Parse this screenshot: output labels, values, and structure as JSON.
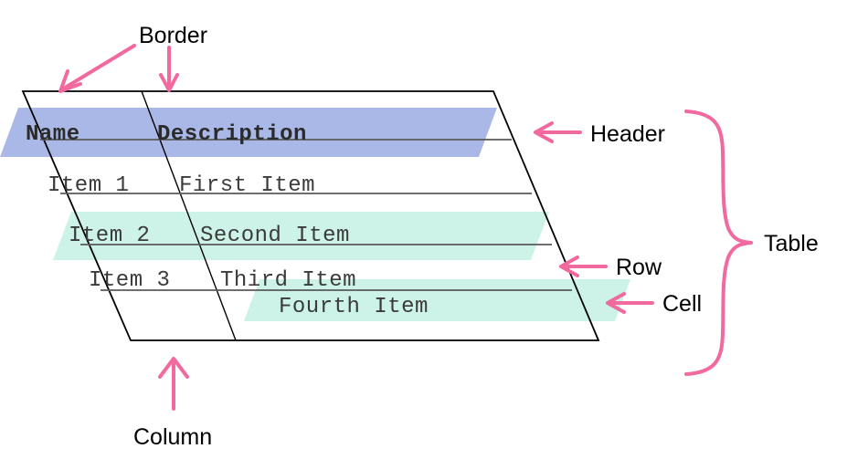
{
  "diagram": {
    "title": "Table anatomy diagram",
    "colors": {
      "header_band": "#aab8e8",
      "row_band": "#cdf2e7",
      "arrow_pink": "#f2699f",
      "table_border": "#000000",
      "row_separator": "#5a5a5a",
      "label_text": "#000000",
      "cell_text": "#3b3b3b",
      "background": "#ffffff"
    },
    "table": {
      "columns": [
        "Name",
        "Description"
      ],
      "rows": [
        {
          "name": "Item 1",
          "description": "First Item"
        },
        {
          "name": "Item 2",
          "description": "Second Item"
        },
        {
          "name": "Item 3",
          "description": "Third Item"
        },
        {
          "name": "",
          "description": "Fourth Item"
        }
      ]
    },
    "annotations": [
      {
        "id": "border",
        "label": "Border",
        "arrows": 2,
        "arrow_style": "straight"
      },
      {
        "id": "header",
        "label": "Header",
        "arrows": 1,
        "arrow_style": "straight"
      },
      {
        "id": "row",
        "label": "Row",
        "arrows": 1,
        "arrow_style": "straight"
      },
      {
        "id": "cell",
        "label": "Cell",
        "arrows": 1,
        "arrow_style": "straight"
      },
      {
        "id": "table",
        "label": "Table",
        "arrows": 0,
        "arrow_style": "curly-brace"
      },
      {
        "id": "column",
        "label": "Column",
        "arrows": 1,
        "arrow_style": "straight"
      }
    ],
    "labels": {
      "border": "Border",
      "header": "Header",
      "row": "Row",
      "cell": "Cell",
      "table": "Table",
      "column": "Column"
    },
    "highlights": {
      "header_row_label": "Name",
      "second_row_label": "Item 2",
      "fourth_cell_label": "Fourth Item"
    }
  }
}
